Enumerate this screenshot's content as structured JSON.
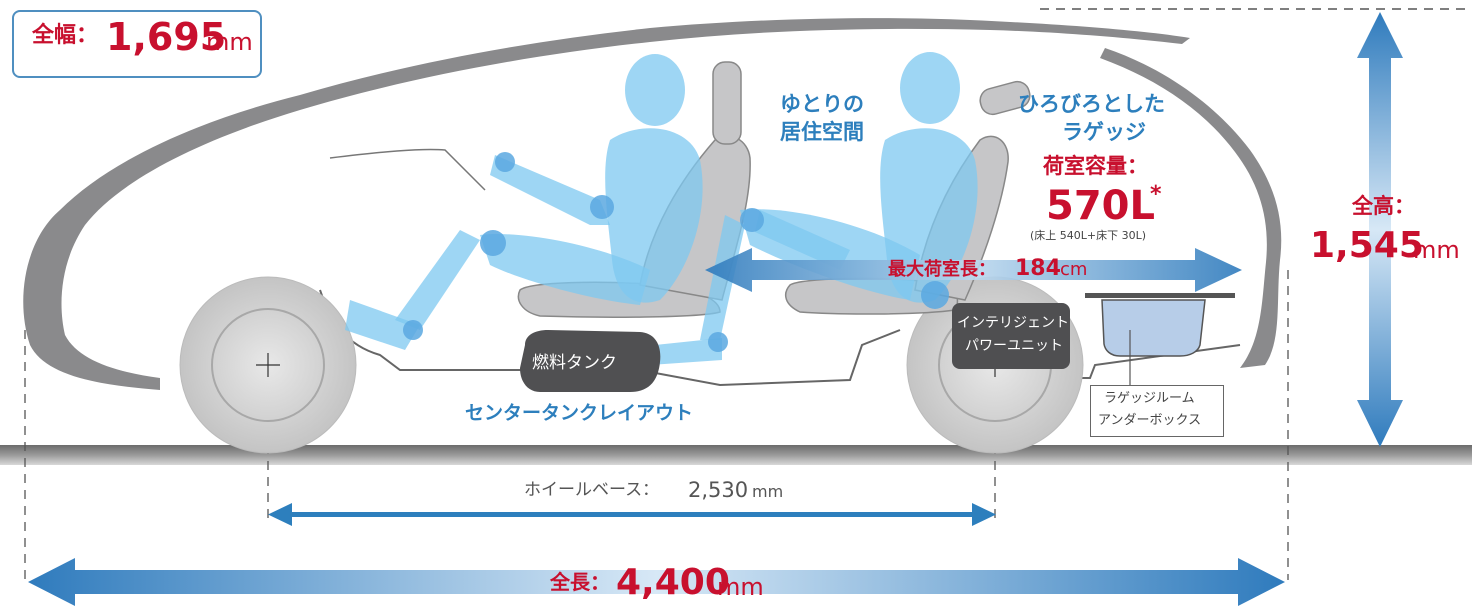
{
  "overall_width": {
    "label": "全幅：",
    "value": "1,695",
    "unit": "mm"
  },
  "overall_height": {
    "label": "全高：",
    "value": "1,545",
    "unit": "mm"
  },
  "overall_length": {
    "label": "全長：",
    "value": "4,400",
    "unit": "mm"
  },
  "wheelbase": {
    "label": "ホイールベース：",
    "value": "2,530",
    "unit": "mm"
  },
  "cabin_text": {
    "line1": "ゆとりの",
    "line2": "居住空間"
  },
  "luggage_text": {
    "line1": "ひろびろとした",
    "line2": "ラゲッジ"
  },
  "cargo_capacity": {
    "label": "荷室容量：",
    "value": "570L",
    "mark": "*",
    "note": "(床上 540L+床下 30L)"
  },
  "max_cargo_length": {
    "label": "最大荷室長：",
    "value": "184",
    "unit": "cm"
  },
  "fuel_tank": "燃料タンク",
  "center_tank_layout": "センタータンクレイアウト",
  "power_unit": {
    "line1": "インテリジェント",
    "line2": "パワーユニット"
  },
  "under_box": {
    "line1": "ラゲッジルーム",
    "line2": "アンダーボックス"
  },
  "colors": {
    "accent_red": "#c8102e",
    "accent_blue": "#2d7fbd",
    "body_gray": "#8a8a8c",
    "figure_blue": "#7ec8f0"
  }
}
